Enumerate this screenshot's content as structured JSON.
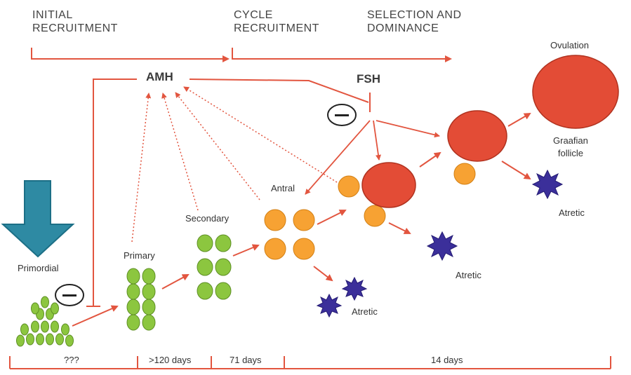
{
  "headers": {
    "initial": [
      "INITIAL",
      "RECRUITMENT"
    ],
    "cycle": [
      "CYCLE",
      "RECRUITMENT"
    ],
    "selection": [
      "SELECTION AND",
      "DOMINANCE"
    ]
  },
  "hormones": {
    "amh": "AMH",
    "fsh": "FSH"
  },
  "stages": {
    "primordial": "Primordial",
    "primary": "Primary",
    "secondary": "Secondary",
    "antral": "Antral",
    "ovulation": "Ovulation",
    "graafian": [
      "Graafian",
      "follicle"
    ]
  },
  "atretic_label": "Atretic",
  "timeline": [
    "???",
    ">120 days",
    "71 days",
    "14 days"
  ],
  "colors": {
    "arrow": "#e2553f",
    "green": "#8cc63f",
    "orange": "#f7a233",
    "red": "#e34c36",
    "atretic": "#3b2f9a",
    "blue_arrow": "#2e8aa3"
  }
}
